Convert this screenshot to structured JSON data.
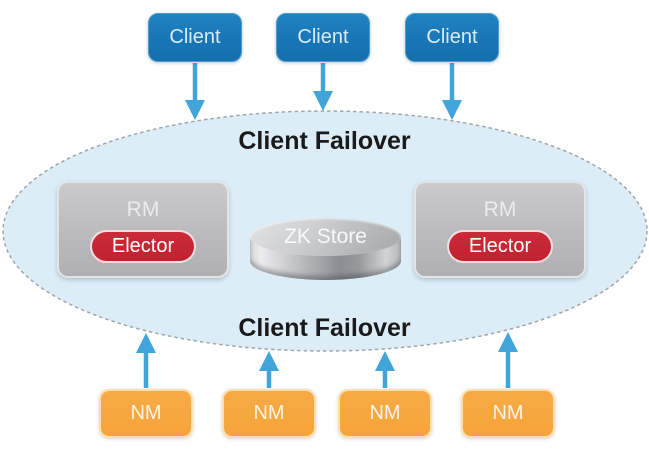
{
  "diagram": {
    "clients": [
      {
        "label": "Client"
      },
      {
        "label": "Client"
      },
      {
        "label": "Client"
      }
    ],
    "failover_zone": {
      "top_label": "Client Failover",
      "bottom_label": "Client Failover",
      "rm_nodes": [
        {
          "label": "RM",
          "badge": "Elector"
        },
        {
          "label": "RM",
          "badge": "Elector"
        }
      ],
      "zk_store": {
        "label": "ZK Store"
      }
    },
    "node_managers": [
      {
        "label": "NM"
      },
      {
        "label": "NM"
      },
      {
        "label": "NM"
      },
      {
        "label": "NM"
      }
    ],
    "edges": [
      {
        "from": "client-1",
        "to": "failover-zone",
        "direction": "down"
      },
      {
        "from": "client-2",
        "to": "failover-zone",
        "direction": "down"
      },
      {
        "from": "client-3",
        "to": "failover-zone",
        "direction": "down"
      },
      {
        "from": "nm-1",
        "to": "failover-zone",
        "direction": "up"
      },
      {
        "from": "nm-2",
        "to": "failover-zone",
        "direction": "up"
      },
      {
        "from": "nm-3",
        "to": "failover-zone",
        "direction": "up"
      },
      {
        "from": "nm-4",
        "to": "failover-zone",
        "direction": "up"
      }
    ],
    "colors": {
      "client_box": "#1b79b9",
      "nm_box": "#f5a43a",
      "rm_box": "#bcbcbe",
      "elector_badge": "#c42532",
      "arrow": "#41a5da",
      "ellipse_fill": "#dcedf8",
      "ellipse_border": "#9fa6ab",
      "label_text": "#1a1a1a"
    }
  }
}
